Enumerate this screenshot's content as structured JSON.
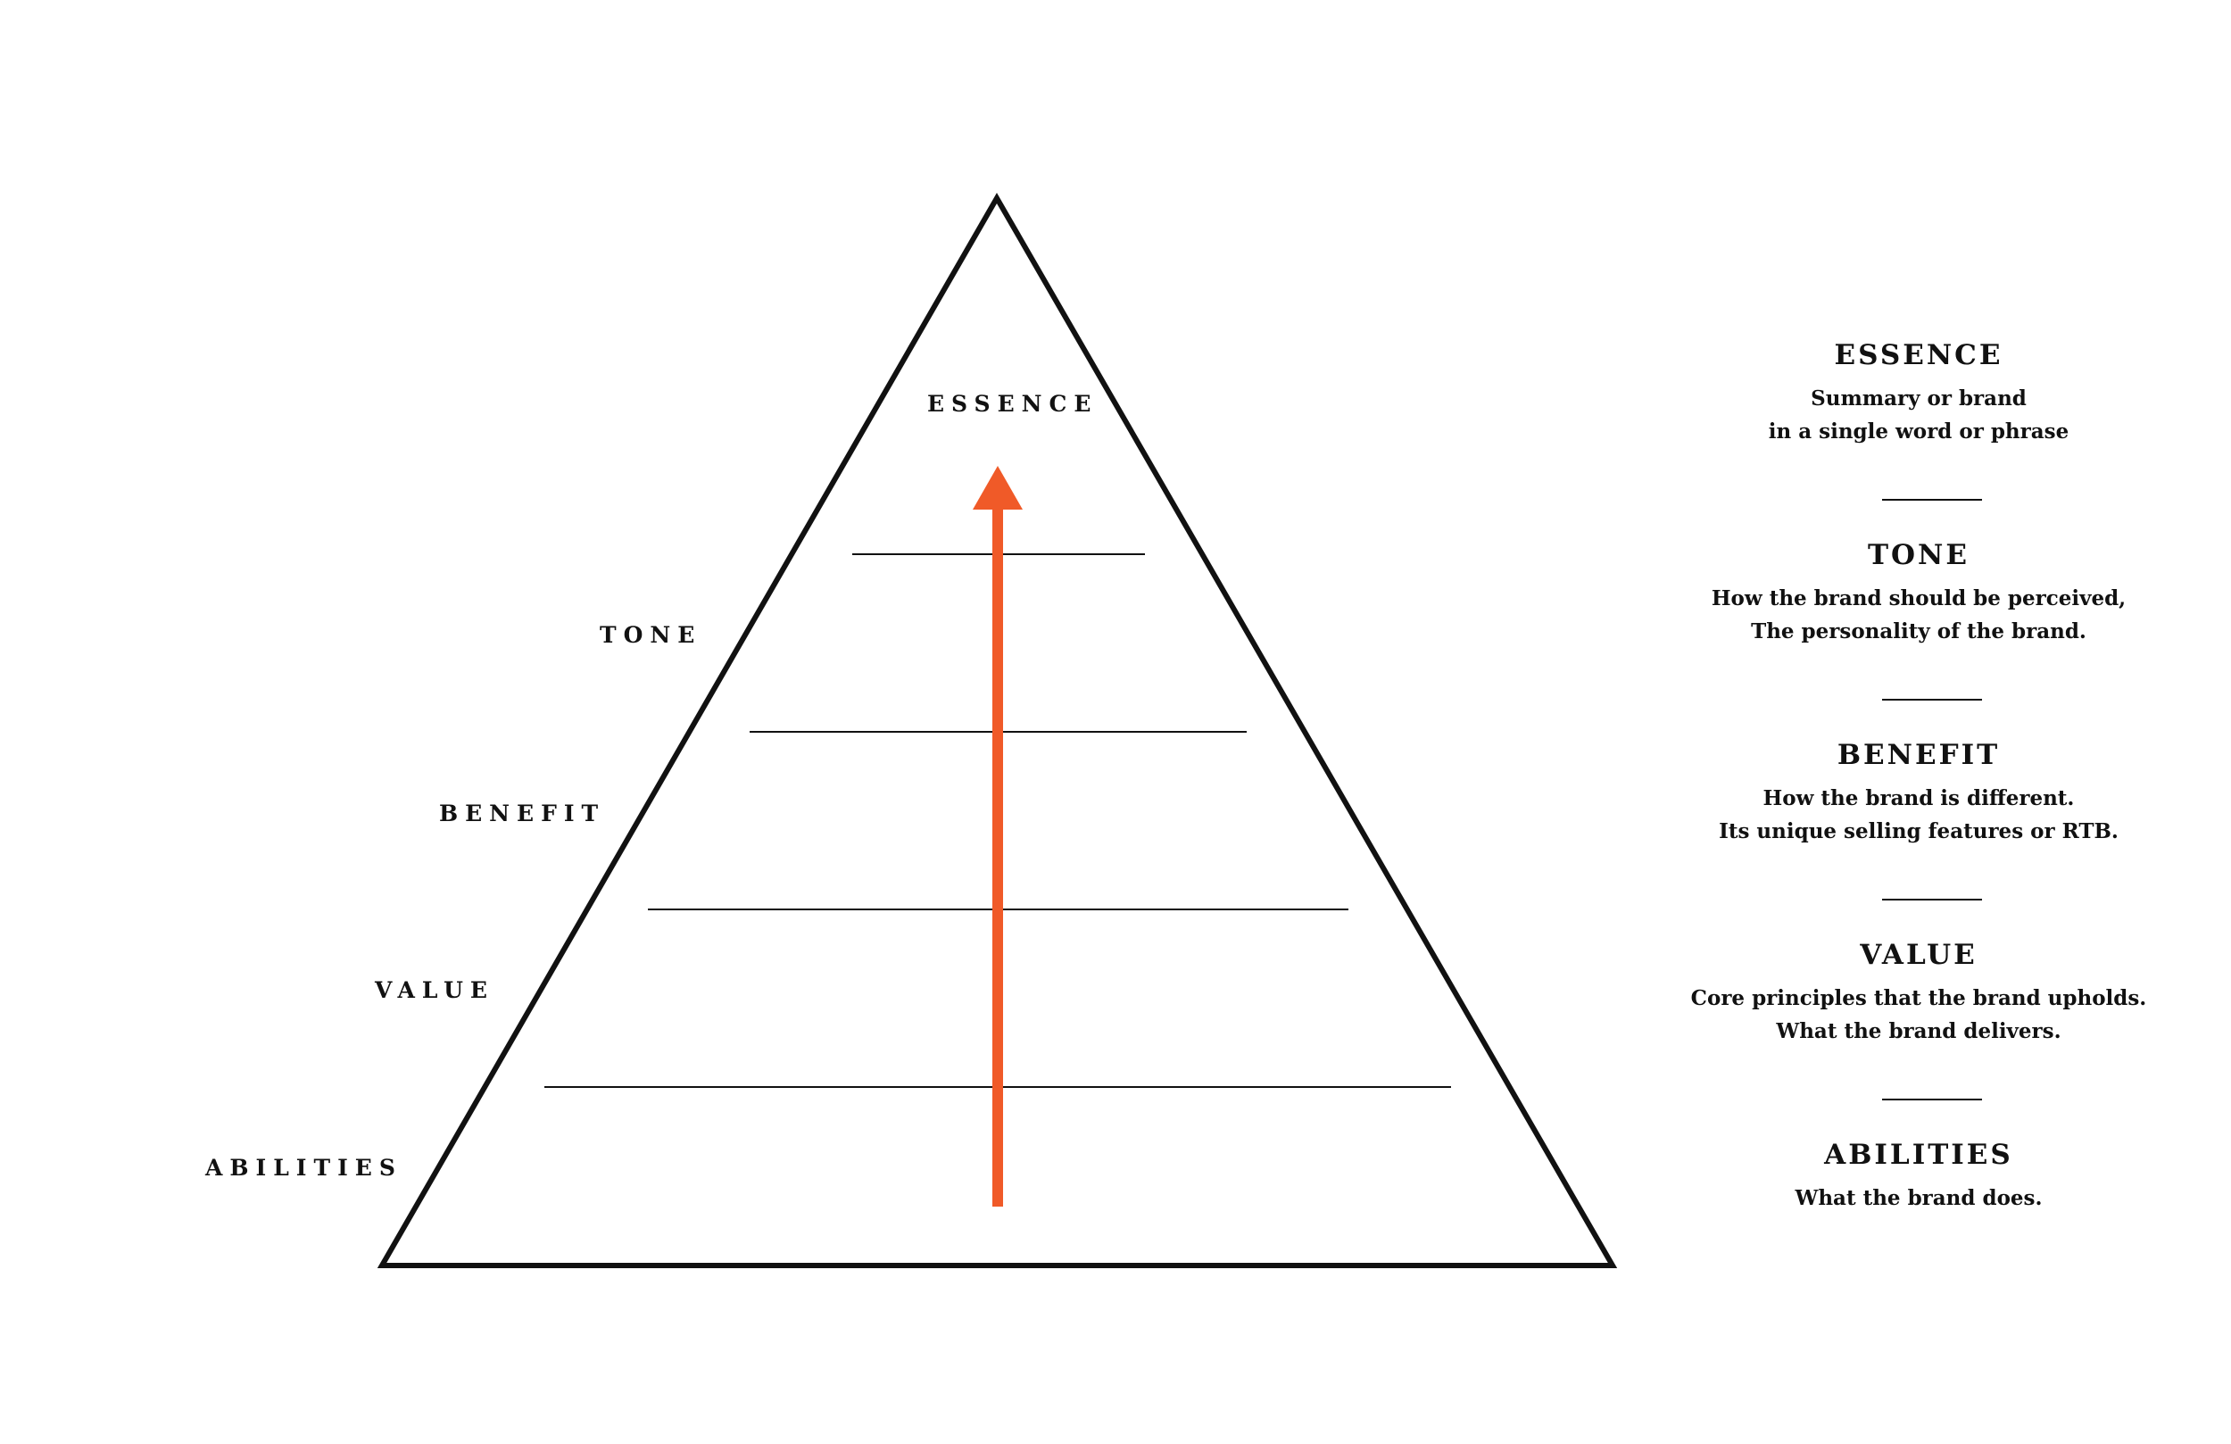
{
  "colors": {
    "outline": "#111111",
    "arrow": "#F05A28",
    "background": "#FFFFFF"
  },
  "pyramid": {
    "tier_labels": [
      "ESSENCE",
      "TONE",
      "BENEFIT",
      "VALUE",
      "ABILITIES"
    ],
    "arrow_direction": "up"
  },
  "legend": [
    {
      "title": "ESSENCE",
      "lines": [
        "Summary or brand",
        "in a single word or phrase"
      ]
    },
    {
      "title": "TONE",
      "lines": [
        "How the brand should be perceived,",
        "The personality of the brand."
      ]
    },
    {
      "title": "BENEFIT",
      "lines": [
        "How the brand is different.",
        "Its unique selling features or RTB."
      ]
    },
    {
      "title": "VALUE",
      "lines": [
        "Core principles that the brand upholds.",
        "What the brand delivers."
      ]
    },
    {
      "title": "ABILITIES",
      "lines": [
        "What the brand does."
      ]
    }
  ]
}
